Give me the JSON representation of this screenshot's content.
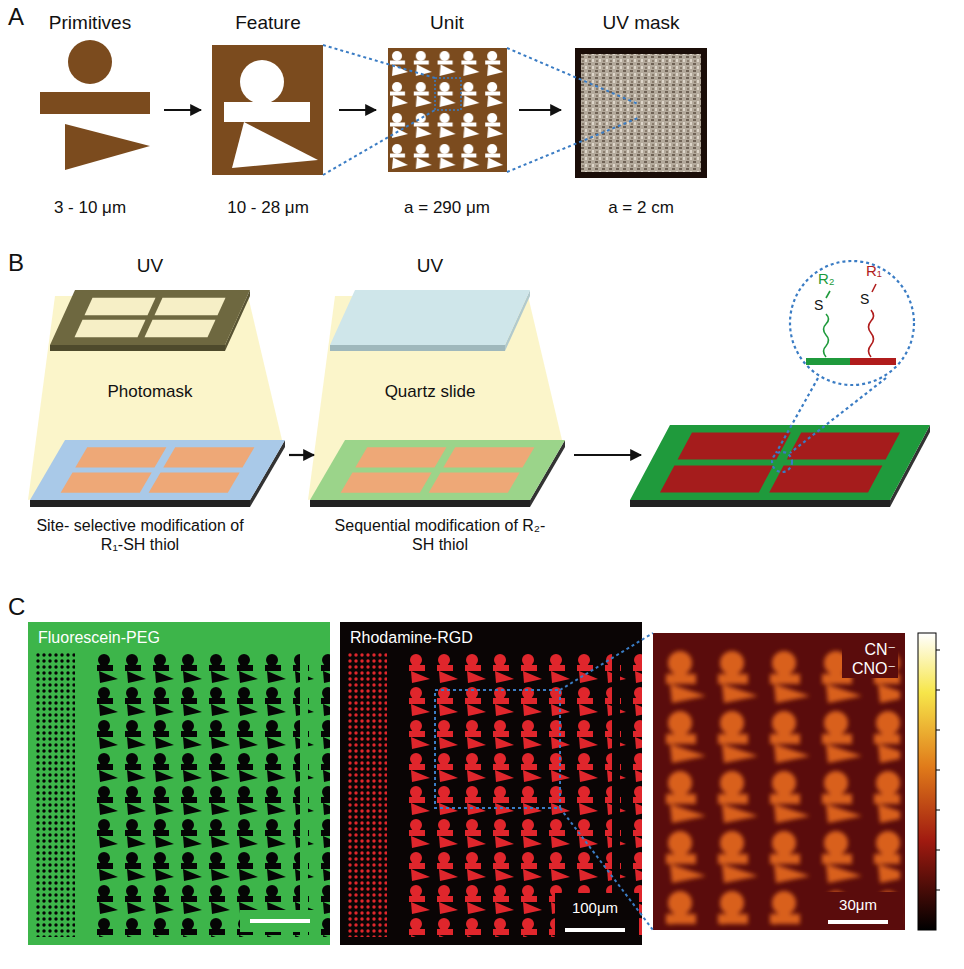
{
  "diagram": {
    "nodes": [
      {
        "text": [
          "Primitives",
          "3 - 10 μm"
        ]
      },
      {
        "text": [
          "Feature",
          "10 - 28 μm"
        ]
      },
      {
        "text": [
          "Unit",
          "a = 290 μm"
        ]
      },
      {
        "text": [
          "UV mask",
          "a = 2 cm"
        ]
      },
      {
        "text": [
          "UV",
          "Photomask",
          "Site- selective modification of R₁-SH thiol"
        ]
      },
      {
        "text": [
          "UV",
          "Quartz slide",
          "Sequential modification of R₂-SH thiol"
        ]
      },
      {
        "text": [
          "R₂",
          "R₁",
          "S",
          "S"
        ]
      },
      {
        "text": [
          "Fluorescein-PEG"
        ]
      },
      {
        "text": [
          "Rhodamine-RGD",
          "100μm"
        ]
      },
      {
        "text": [
          "CN⁻ CNO⁻",
          "30μm"
        ]
      }
    ],
    "edges": [
      {
        "from": 0,
        "to": 1,
        "arrow": "to"
      },
      {
        "from": 1,
        "to": 2,
        "arrow": "to"
      },
      {
        "from": 2,
        "to": 3,
        "arrow": "to"
      },
      {
        "from": 4,
        "to": 5,
        "arrow": "to"
      },
      {
        "from": 5,
        "to": 6,
        "arrow": "to"
      }
    ],
    "labels": [
      "A",
      "B",
      "C"
    ]
  }
}
